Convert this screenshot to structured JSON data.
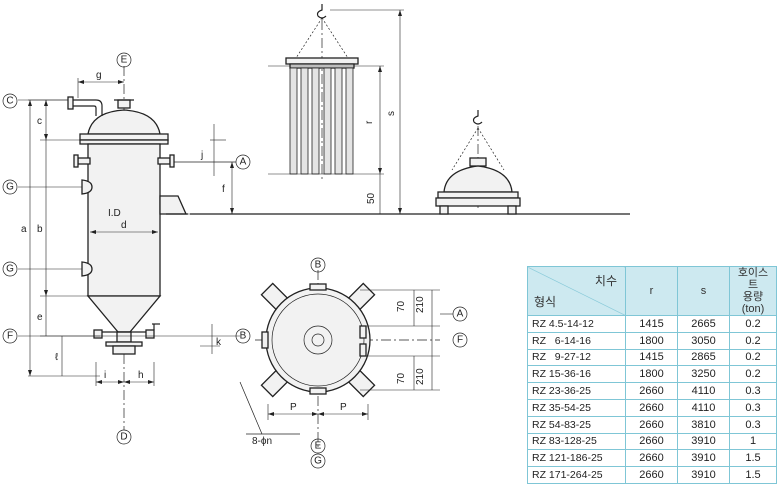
{
  "diagram": {
    "labels": {
      "c": "C",
      "e": "E",
      "g_circle": "G",
      "a_circle": "A",
      "f_circle": "F",
      "b_circle": "B",
      "d_circle": "D",
      "dim_g": "g",
      "dim_c": "c",
      "dim_a": "a",
      "dim_b": "b",
      "dim_e": "e",
      "dim_l": "ℓ",
      "dim_i": "i",
      "dim_h": "h",
      "dim_k": "k",
      "dim_j": "j",
      "dim_f": "f",
      "dim_r": "r",
      "dim_s": "s",
      "dim_50": "50",
      "id": "I.D",
      "dim_d": "d",
      "plan_b": "B",
      "plan_a": "A",
      "plan_f": "F",
      "plan_e": "E",
      "plan_g": "G",
      "plan_p1": "P",
      "plan_p2": "P",
      "plan_70_top": "70",
      "plan_210_top": "210",
      "plan_70_bottom": "70",
      "plan_210_bottom": "210",
      "holes": "8-ϕn"
    }
  },
  "table": {
    "header": {
      "top": "치수",
      "bottom": "형식",
      "r": "r",
      "s": "s",
      "hoist": [
        "호이스트",
        "용량",
        "(ton)"
      ]
    },
    "rows": [
      [
        "RZ 4.5-14-12",
        "1415",
        "2665",
        "0.2"
      ],
      [
        "RZ   6-14-16",
        "1800",
        "3050",
        "0.2"
      ],
      [
        "RZ   9-27-12",
        "1415",
        "2865",
        "0.2"
      ],
      [
        "RZ 15-36-16",
        "1800",
        "3250",
        "0.2"
      ],
      [
        "RZ 23-36-25",
        "2660",
        "4110",
        "0.3"
      ],
      [
        "RZ 35-54-25",
        "2660",
        "4110",
        "0.3"
      ],
      [
        "RZ 54-83-25",
        "2660",
        "3810",
        "0.3"
      ],
      [
        "RZ 83-128-25",
        "2660",
        "3910",
        "1"
      ],
      [
        "RZ 121-186-25",
        "2660",
        "3910",
        "1.5"
      ],
      [
        "RZ 171-264-25",
        "2660",
        "3910",
        "1.5"
      ]
    ]
  }
}
